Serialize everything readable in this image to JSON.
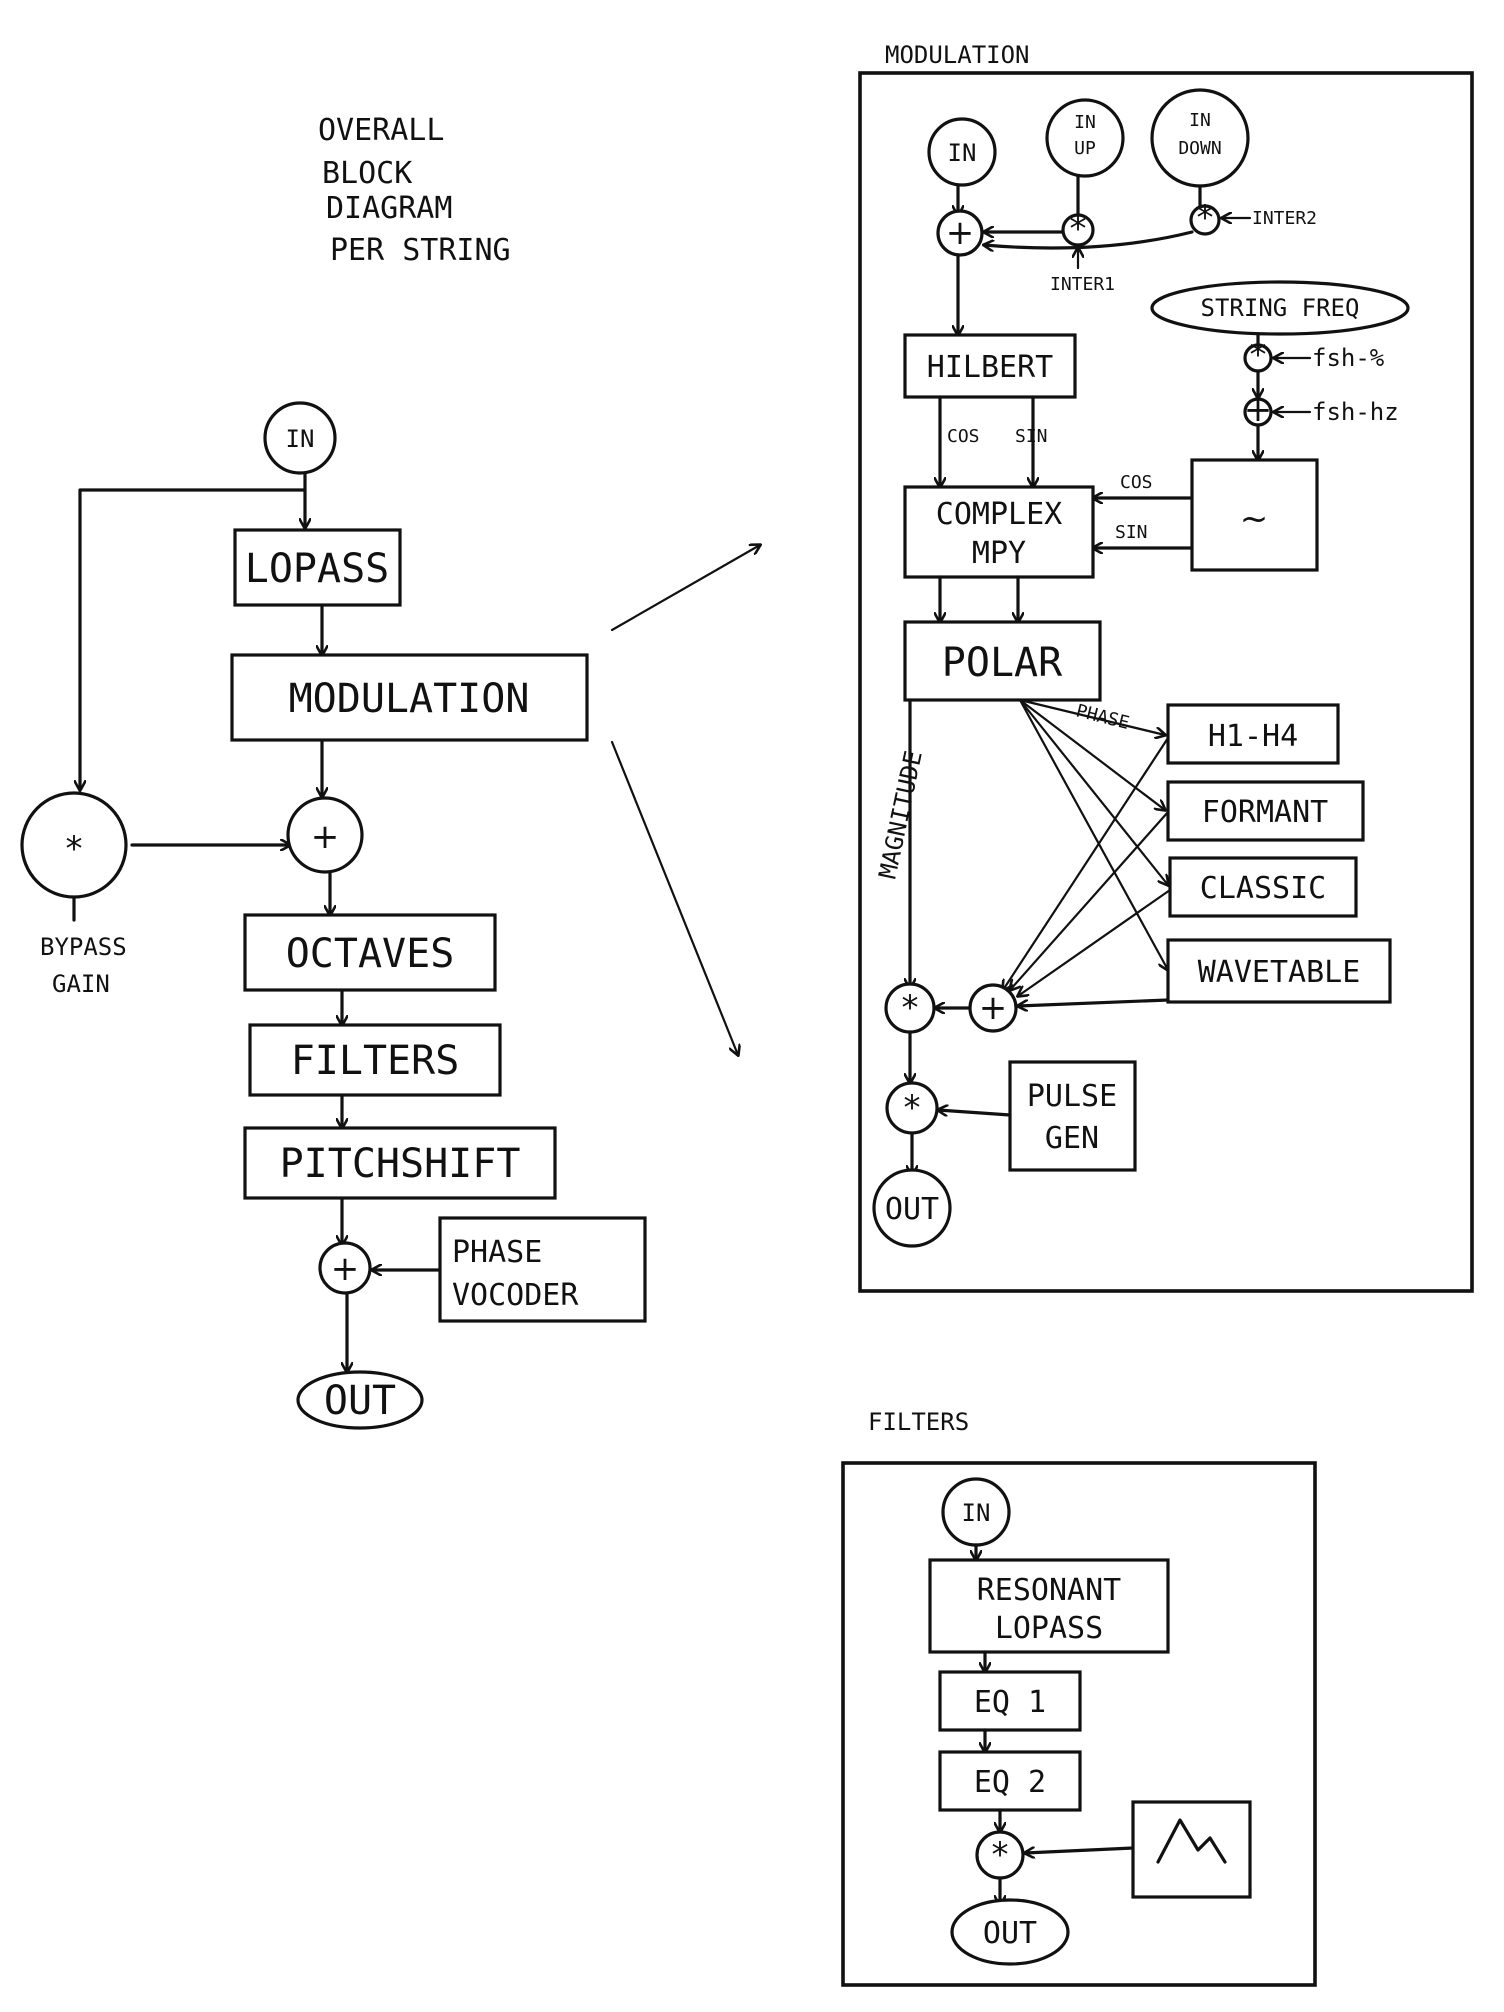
{
  "overall": {
    "title_lines": [
      "OVERALL",
      "BLOCK",
      "DIAGRAM",
      "PER STRING"
    ],
    "in": "IN",
    "lopass": "LOPASS",
    "modulation": "MODULATION",
    "octaves": "OCTAVES",
    "filters": "FILTERS",
    "pitchshift": "PITCHSHIFT",
    "phase_vocoder": [
      "PHASE",
      "VOCODER"
    ],
    "out": "OUT",
    "bypass_gain": [
      "BYPASS",
      "GAIN"
    ],
    "mult_symbol": "*",
    "add_symbol": "+"
  },
  "modulation": {
    "title": "MODULATION",
    "in": "IN",
    "in_up": [
      "IN",
      "UP"
    ],
    "in_down": [
      "IN",
      "DOWN"
    ],
    "inter1": "INTER1",
    "inter2": "INTER2",
    "string_freq": "STRING FREQ",
    "fsh_pct": "fsh-%",
    "fsh_hz": "fsh-hz",
    "hilbert": "HILBERT",
    "cos": "COS",
    "sin": "SIN",
    "complex_mpy": [
      "COMPLEX",
      "MPY"
    ],
    "osc_symbol": "~",
    "polar": "POLAR",
    "magnitude": "MAGNITUDE",
    "phase": "PHASE",
    "h1_h4": "H1-H4",
    "formant": "FORMANT",
    "classic": "CLASSIC",
    "wavetable": "WAVETABLE",
    "pulse_gen": [
      "PULSE",
      "GEN"
    ],
    "out": "OUT"
  },
  "filters": {
    "title": "FILTERS",
    "in": "IN",
    "resonant_lopass": [
      "RESONANT",
      "LOPASS"
    ],
    "eq1": "EQ 1",
    "eq2": "EQ 2",
    "out": "OUT"
  }
}
